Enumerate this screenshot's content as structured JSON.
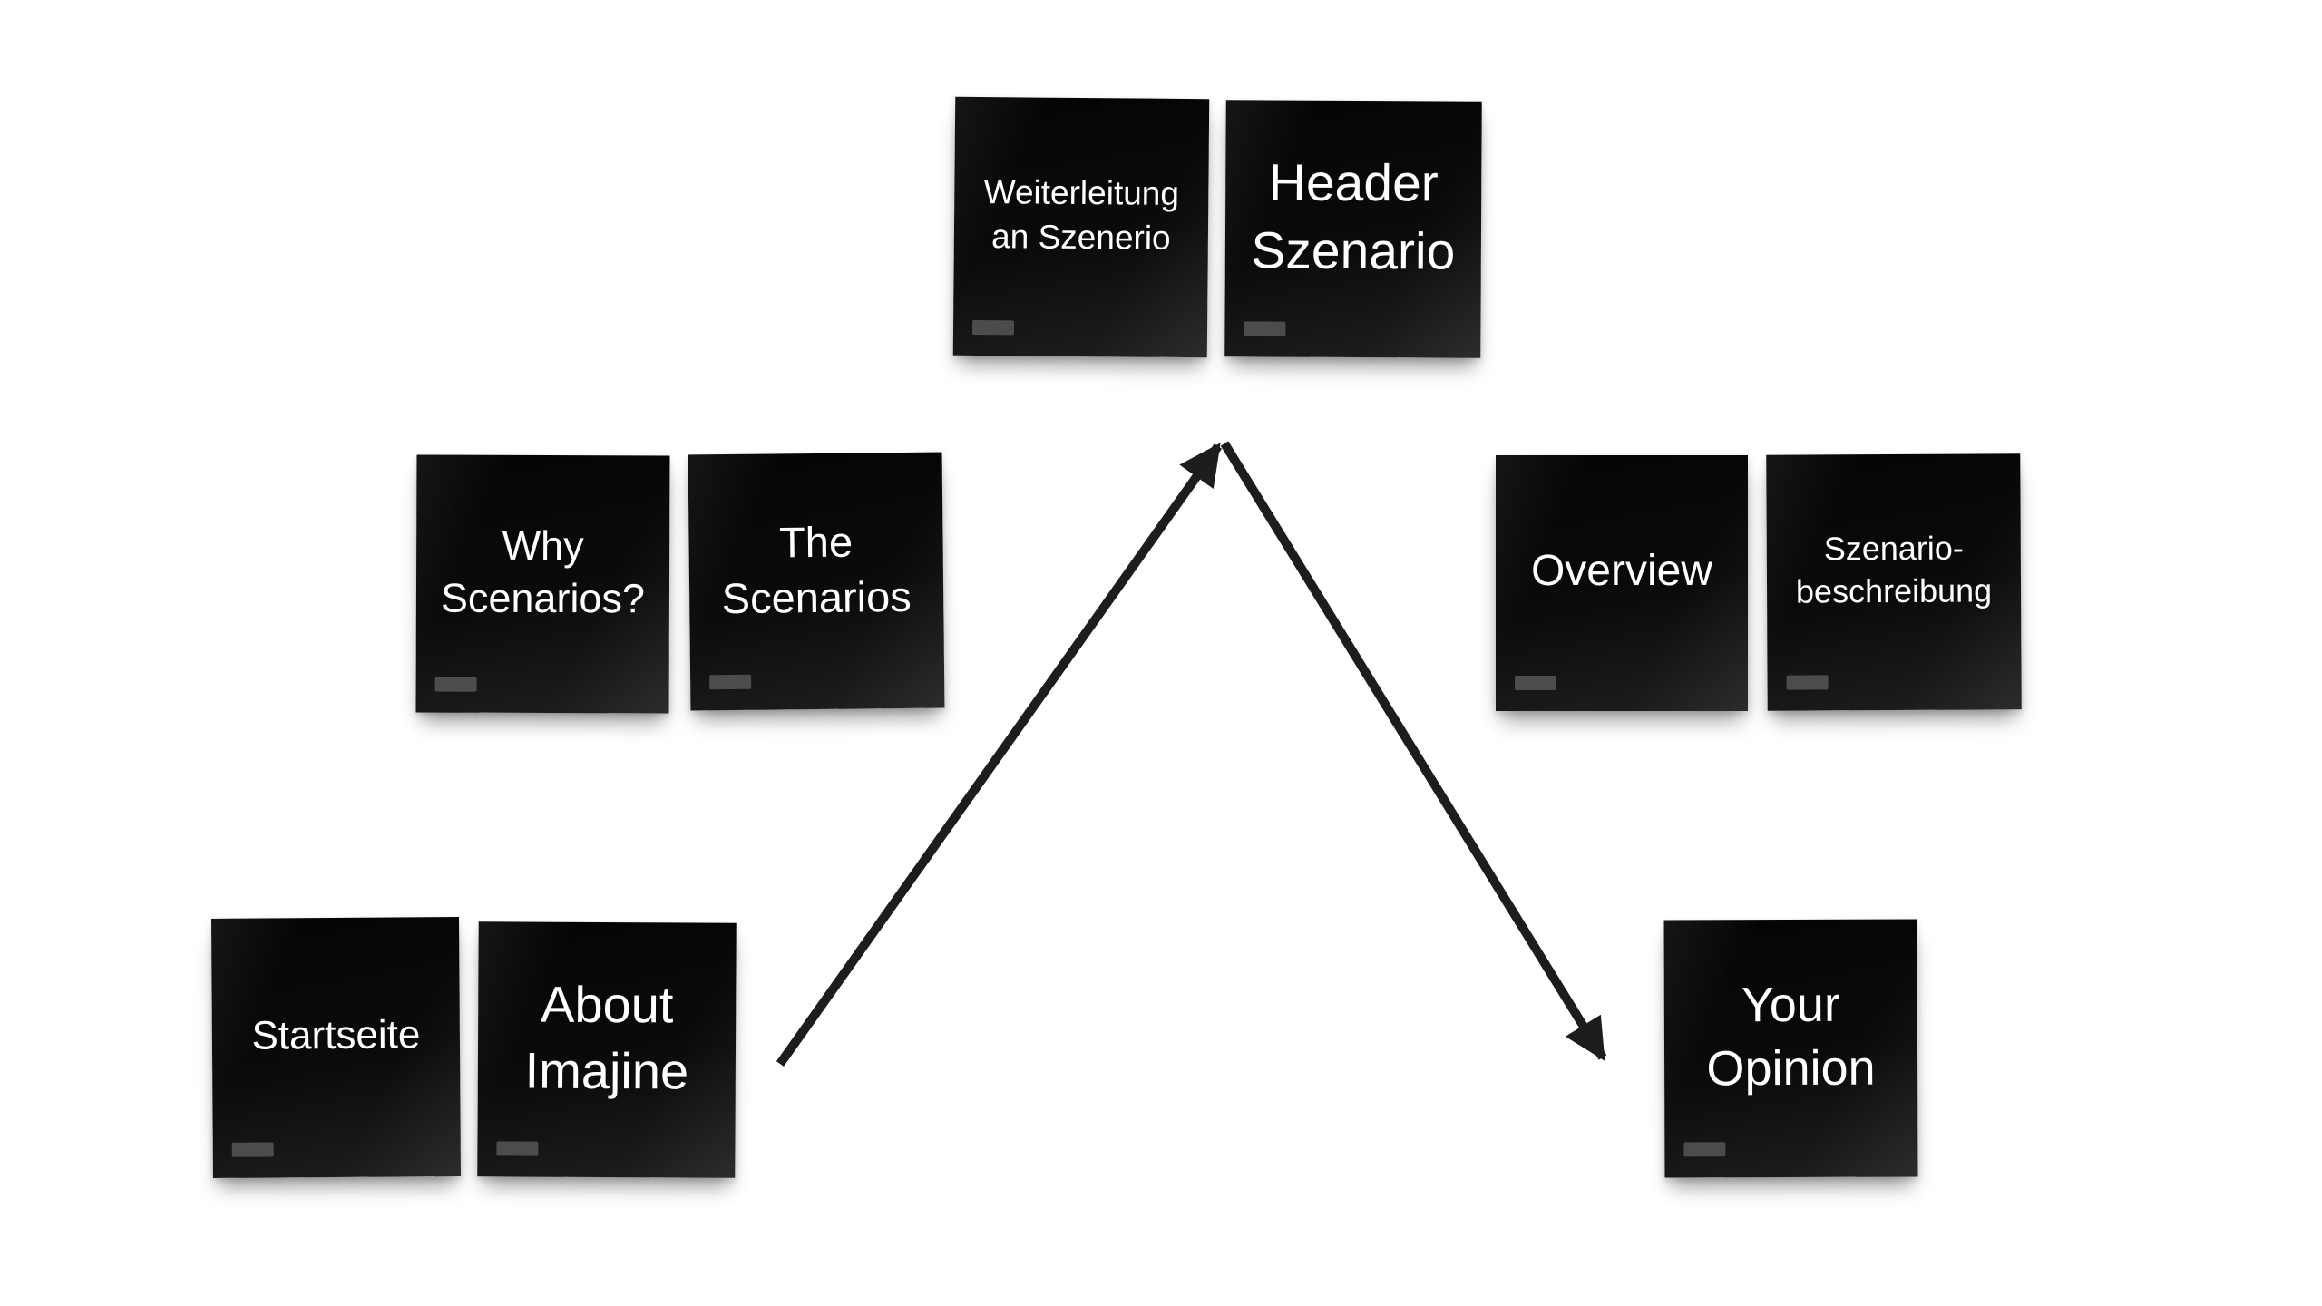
{
  "board": {
    "background": "#ffffff"
  },
  "notes": [
    {
      "id": "weiterleitung-an-szenerio",
      "label": "Weiterleitung\nan Szenerio"
    },
    {
      "id": "header-szenario",
      "label": "Header\nSzenario"
    },
    {
      "id": "why-scenarios",
      "label": "Why\nScenarios?"
    },
    {
      "id": "the-scenarios",
      "label": "The\nScenarios"
    },
    {
      "id": "overview",
      "label": "Overview"
    },
    {
      "id": "szenario-beschreibung",
      "label": "Szenario-\nbeschreibung"
    },
    {
      "id": "startseite",
      "label": "Startseite"
    },
    {
      "id": "about-imajine",
      "label": "About\nImajine"
    },
    {
      "id": "your-opinion",
      "label": "Your\nOpinion"
    }
  ],
  "arrows": [
    {
      "from": "about-imajine",
      "to": "header-szenario",
      "direction": "up-right"
    },
    {
      "from": "header-szenario",
      "to": "your-opinion",
      "direction": "down-right"
    }
  ],
  "colors": {
    "note_background": "#0a0a0a",
    "note_text": "#ffffff",
    "note_tag": "#4c4c4c",
    "arrow": "#1d1d1f",
    "canvas_background": "#ffffff"
  }
}
